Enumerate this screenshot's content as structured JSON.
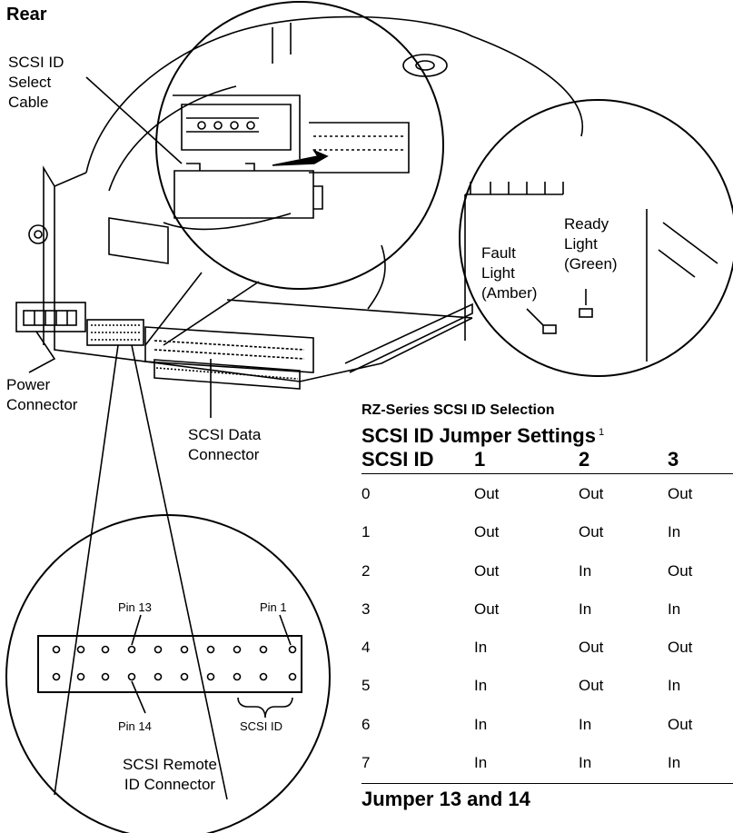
{
  "labels": {
    "rear": "Rear",
    "scsi_id_select_cable": [
      "SCSI ID",
      "Select",
      "Cable"
    ],
    "ready_light": [
      "Ready",
      "Light",
      "(Green)"
    ],
    "fault_light": [
      "Fault",
      "Light",
      "(Amber)"
    ],
    "power_connector": [
      "Power",
      "Connector"
    ],
    "scsi_data_connector": [
      "SCSI Data",
      "Connector"
    ],
    "pin13": "Pin 13",
    "pin1": "Pin 1",
    "pin14": "Pin 14",
    "scsi_id_bracket": "SCSI ID",
    "remote_connector": [
      "SCSI Remote",
      "ID Connector"
    ]
  },
  "table": {
    "caption": "RZ-Series SCSI ID Selection",
    "title": "SCSI ID Jumper Settings",
    "footnote_mark": "1",
    "columns": [
      "SCSI ID",
      "1",
      "2",
      "3"
    ],
    "rows": [
      [
        "0",
        "Out",
        "Out",
        "Out"
      ],
      [
        "1",
        "Out",
        "Out",
        "In"
      ],
      [
        "2",
        "Out",
        "In",
        "Out"
      ],
      [
        "3",
        "Out",
        "In",
        "In"
      ],
      [
        "4",
        "In",
        "Out",
        "Out"
      ],
      [
        "5",
        "In",
        "Out",
        "In"
      ],
      [
        "6",
        "In",
        "In",
        "Out"
      ],
      [
        "7",
        "In",
        "In",
        "In"
      ]
    ],
    "footer": "Jumper 13 and 14"
  }
}
